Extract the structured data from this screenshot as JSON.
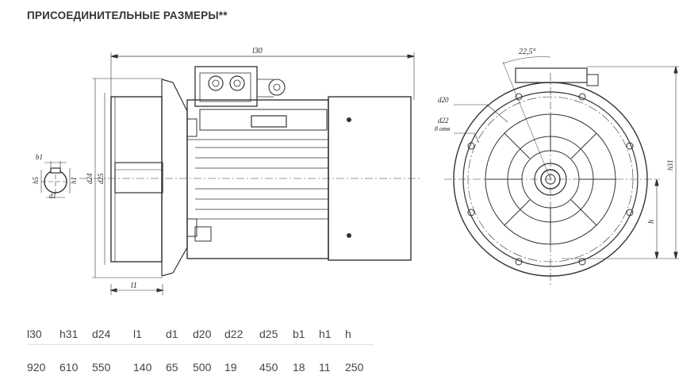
{
  "title": "ПРИСОЕДИНИТЕЛЬНЫЕ РАЗМЕРЫ**",
  "drawing_labels": {
    "l30": "l30",
    "l1": "l1",
    "d24": "d24",
    "d25": "d25",
    "b1": "b1",
    "h1": "h1",
    "h5": "h5",
    "d1": "d1",
    "angle": "22,5°",
    "d20": "d20",
    "d22": "d22",
    "holes": "8 отв",
    "h31": "h31",
    "h": "h"
  },
  "spec_table": {
    "headers": [
      "l30",
      "h31",
      "d24",
      "l1",
      "d1",
      "d20",
      "d22",
      "d25",
      "b1",
      "h1",
      "h"
    ],
    "values": [
      "920",
      "610",
      "550",
      "140",
      "65",
      "500",
      "19",
      "450",
      "18",
      "11",
      "250"
    ]
  }
}
